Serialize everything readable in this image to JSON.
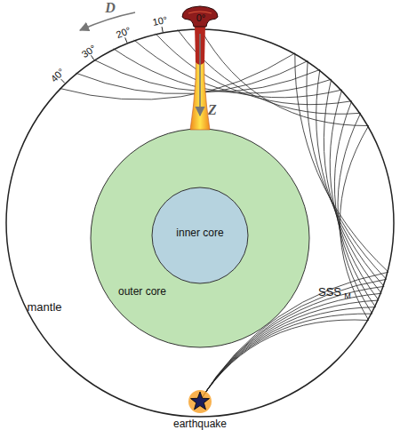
{
  "diagram": {
    "nodes": [
      {
        "text": [
          "mantle"
        ]
      },
      {
        "text": [
          "outer core"
        ],
        "in": 0
      },
      {
        "text": [
          "inner core"
        ],
        "in": 1
      }
    ],
    "labels": [
      "D",
      "0°",
      "10°",
      "20°",
      "30°",
      "40°",
      "Z",
      "SSS",
      "M",
      "earthquake"
    ]
  }
}
